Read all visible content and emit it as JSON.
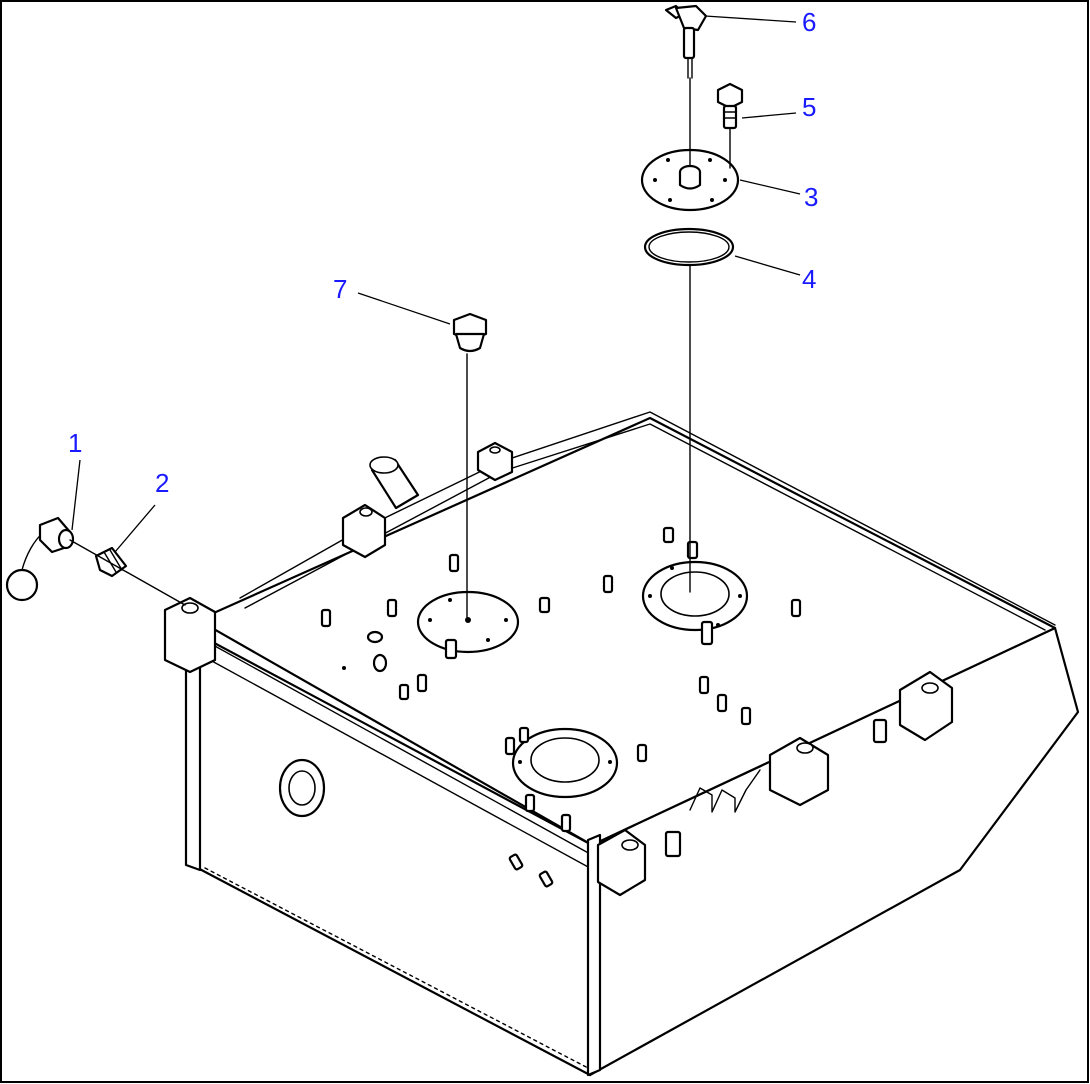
{
  "callouts": [
    {
      "id": "1",
      "label": "1",
      "color": "#1a1aff"
    },
    {
      "id": "2",
      "label": "2",
      "color": "#1a1aff"
    },
    {
      "id": "3",
      "label": "3",
      "color": "#1a1aff"
    },
    {
      "id": "4",
      "label": "4",
      "color": "#1a1aff"
    },
    {
      "id": "5",
      "label": "5",
      "color": "#1a1aff"
    },
    {
      "id": "6",
      "label": "6",
      "color": "#1a1aff"
    },
    {
      "id": "7",
      "label": "7",
      "color": "#1a1aff"
    }
  ],
  "colors": {
    "line": "#000000",
    "background": "#ffffff",
    "callout": "#1a1aff"
  }
}
